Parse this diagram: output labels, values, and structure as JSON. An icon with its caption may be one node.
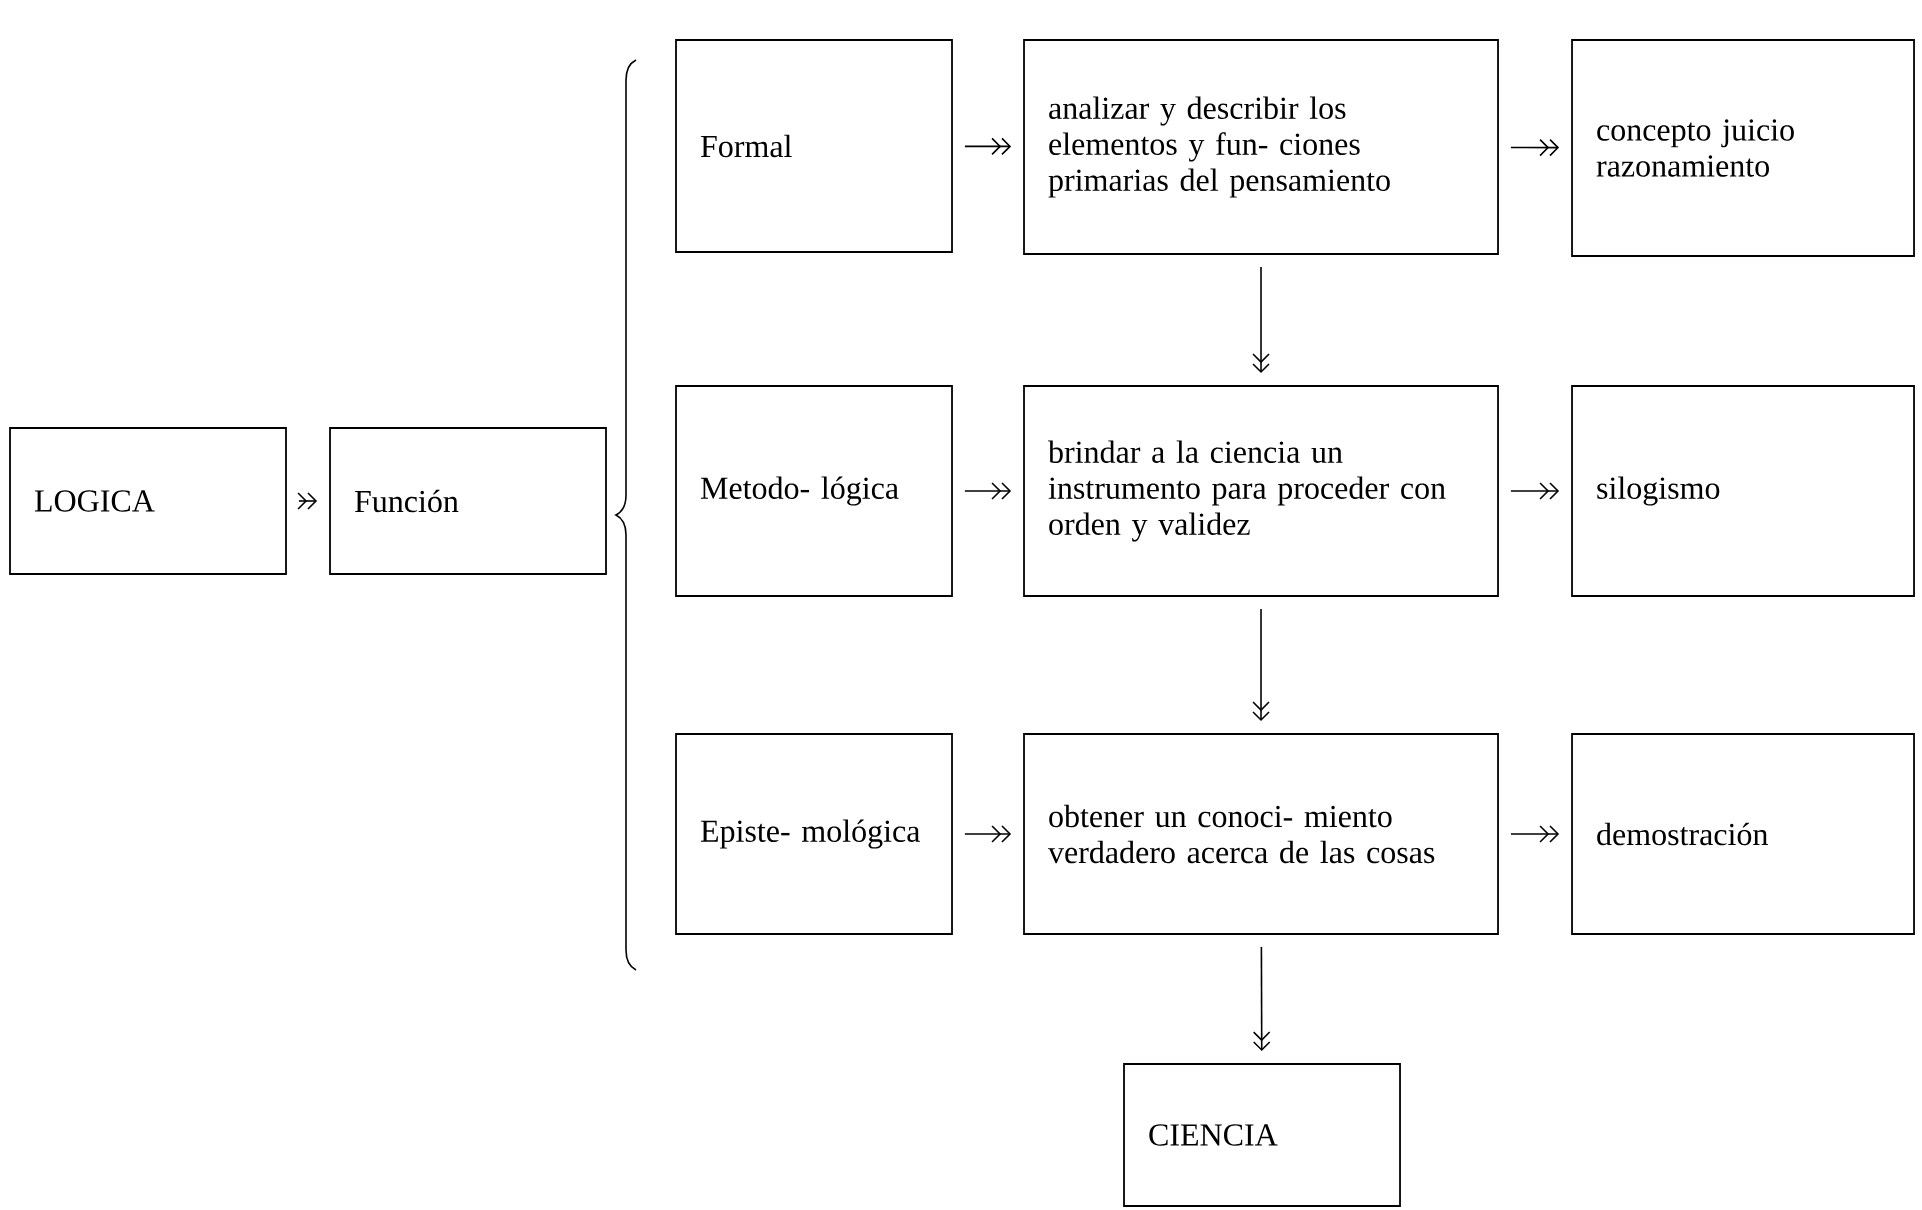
{
  "diagram": {
    "nodes": [
      {
        "text": [
          "LOGICA"
        ]
      },
      {
        "text": [
          "Función"
        ]
      },
      {
        "text": [
          "Formal"
        ]
      },
      {
        "text": [
          "analizar y describir los elementos y fun- ciones primarias del pensamiento"
        ]
      },
      {
        "text": [
          "concepto juicio razonamiento"
        ]
      },
      {
        "text": [
          "Metodo- lógica"
        ]
      },
      {
        "text": [
          "brindar a la ciencia un instrumento para proceder con orden y validez"
        ]
      },
      {
        "text": [
          "silogismo"
        ]
      },
      {
        "text": [
          "Episte- mológica"
        ]
      },
      {
        "text": [
          "obtener un conoci- miento verdadero acerca de las cosas"
        ]
      },
      {
        "text": [
          "demostración"
        ]
      },
      {
        "text": [
          "CIENCIA"
        ]
      }
    ],
    "edges": [
      {
        "from": 0,
        "to": 1,
        "arrow": "to"
      },
      {
        "from": 2,
        "to": 3,
        "arrow": "to"
      },
      {
        "from": 3,
        "to": 4,
        "arrow": "to"
      },
      {
        "from": 5,
        "to": 6,
        "arrow": "to"
      },
      {
        "from": 6,
        "to": 7,
        "arrow": "to"
      },
      {
        "from": 8,
        "to": 9,
        "arrow": "to"
      },
      {
        "from": 9,
        "to": 10,
        "arrow": "to"
      },
      {
        "from": 3,
        "to": 6,
        "arrow": "to"
      },
      {
        "from": 6,
        "to": 9,
        "arrow": "to"
      },
      {
        "from": 9,
        "to": 11,
        "arrow": "to"
      }
    ]
  }
}
